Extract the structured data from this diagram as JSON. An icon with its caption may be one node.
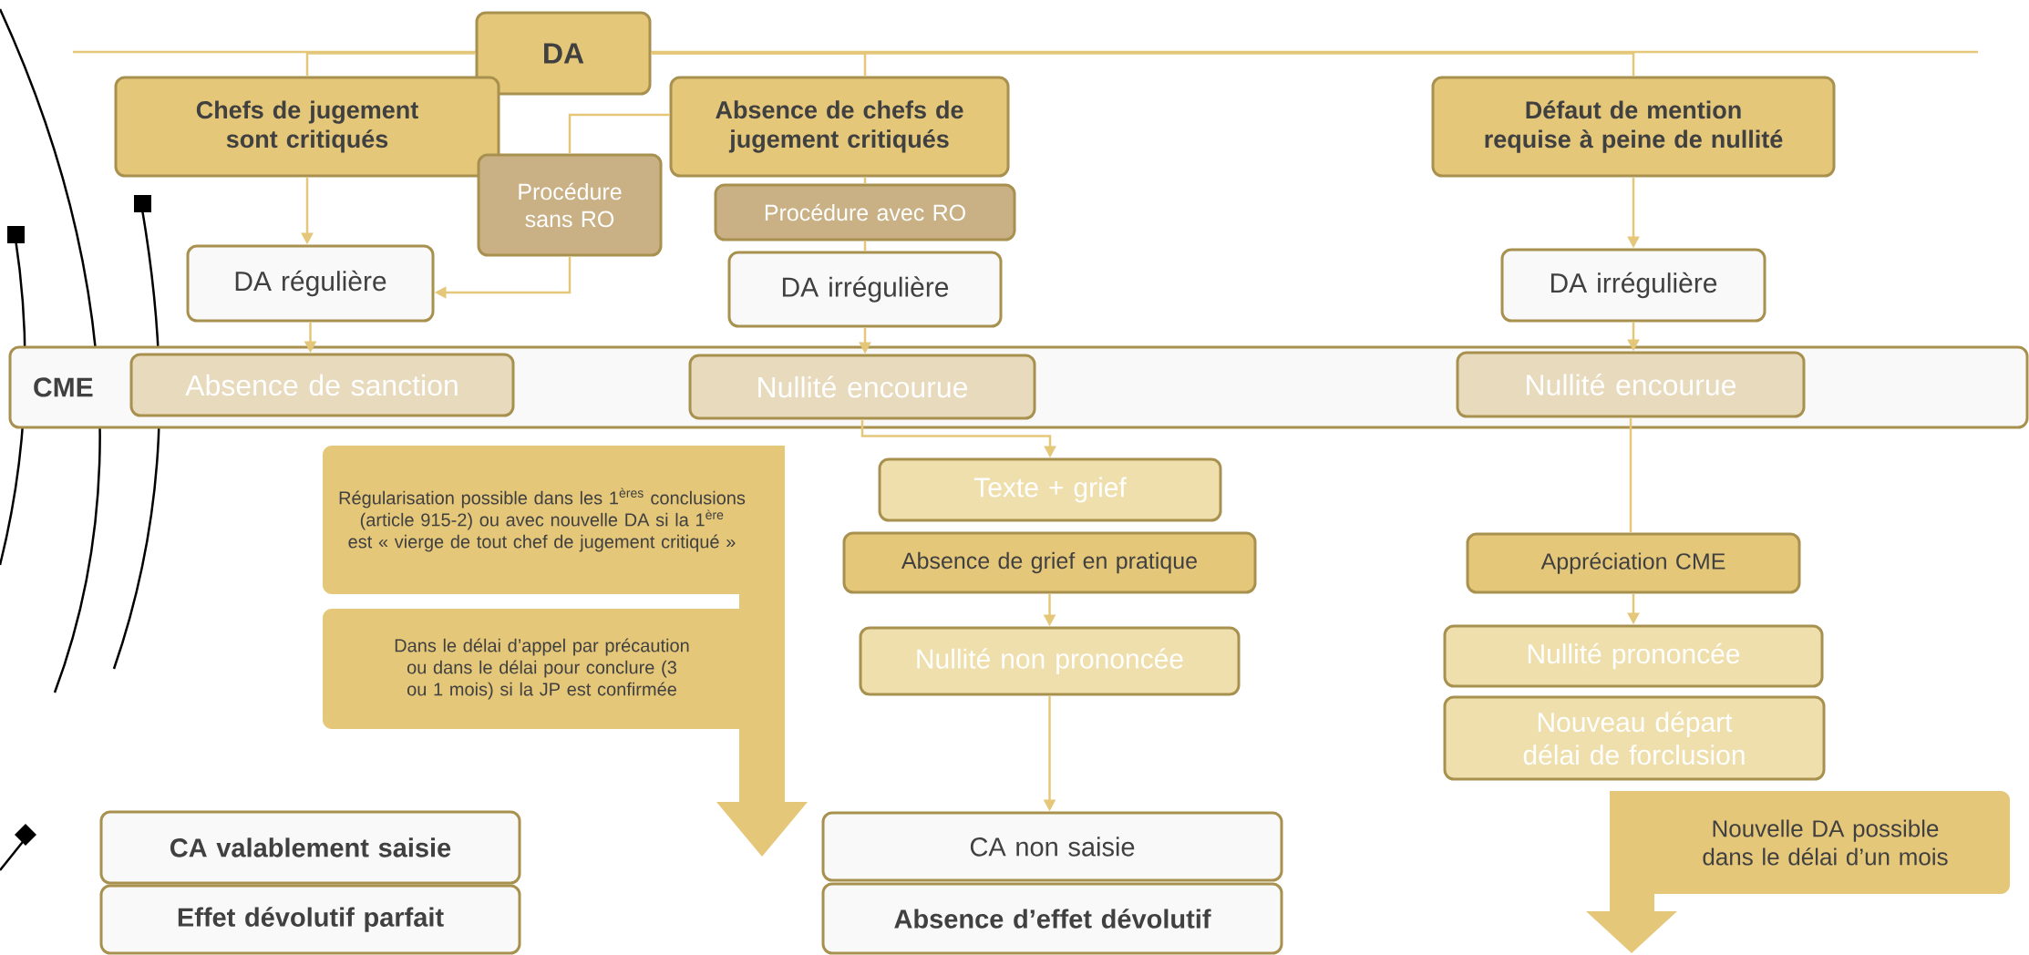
{
  "diagram": {
    "nodes": [
      {
        "text": [
          "DA"
        ]
      },
      {
        "text": [
          "Chefs de jugement sont critiqués"
        ]
      },
      {
        "text": [
          "Absence de chefs de jugement critiqués"
        ]
      },
      {
        "text": [
          "Défaut de mention requise à peine de nullité"
        ]
      },
      {
        "text": [
          "Procédure sans RO"
        ]
      },
      {
        "text": [
          "Procédure avec RO"
        ]
      },
      {
        "text": [
          "DA régulière"
        ]
      },
      {
        "text": [
          "DA irrégulière"
        ]
      },
      {
        "text": [
          "DA irrégulière"
        ]
      },
      {
        "text": [
          "CME"
        ]
      },
      {
        "text": [
          "Absence de sanction"
        ],
        "in": 9
      },
      {
        "text": [
          "Nullité encourue"
        ],
        "in": 9
      },
      {
        "text": [
          "Nullité encourue"
        ],
        "in": 9
      },
      {
        "text": [
          "Régularisation possible dans les 1$^{ères}$ conclusions (article 915-2) ou avec nouvelle DA si la 1$^{ère}$ est « vierge de tout chef de jugement critiqué »"
        ]
      },
      {
        "text": [
          "Texte + grief"
        ]
      },
      {
        "text": [
          "Absence de grief en pratique"
        ]
      },
      {
        "text": [
          "Appréciation CME"
        ]
      },
      {
        "text": [
          "Dans le délai d’appel par précaution ou dans le délai pour conclure (3 ou 1 mois) si la JP est confirmée"
        ]
      },
      {
        "text": [
          "Nullité non prononcée"
        ]
      },
      {
        "text": [
          "Nullité prononcée"
        ]
      },
      {
        "text": [
          "Nouveau départ délai de forclusion"
        ]
      },
      {
        "text": [
          "Nouvelle DA possible dans le délai d’un mois"
        ]
      },
      {
        "text": [
          "CA valablement saisie"
        ]
      },
      {
        "text": [
          "Effet dévolutif parfait"
        ]
      },
      {
        "text": [
          "CA non saisie"
        ]
      },
      {
        "text": [
          "Absence d’effet dévolutif"
        ]
      }
    ],
    "edges": [
      {
        "from": 0,
        "to": 1,
        "arrow": "none"
      },
      {
        "from": 0,
        "to": 2,
        "arrow": "none"
      },
      {
        "from": 0,
        "to": 3,
        "arrow": "none"
      },
      {
        "from": 1,
        "to": 6,
        "arrow": "to"
      },
      {
        "from": 2,
        "to": 4,
        "arrow": "none"
      },
      {
        "from": 4,
        "to": 6,
        "arrow": "to"
      },
      {
        "from": 2,
        "to": 5,
        "arrow": "none"
      },
      {
        "from": 5,
        "to": 7,
        "arrow": "none"
      },
      {
        "from": 6,
        "to": 10,
        "arrow": "to"
      },
      {
        "from": 7,
        "to": 11,
        "arrow": "to"
      },
      {
        "from": 8,
        "to": 12,
        "arrow": "to"
      },
      {
        "from": 11,
        "to": 14,
        "arrow": "to"
      },
      {
        "from": 15,
        "to": 18,
        "arrow": "to"
      },
      {
        "from": 18,
        "to": 24,
        "arrow": "to"
      },
      {
        "from": 3,
        "to": 8,
        "arrow": "to"
      },
      {
        "from": 12,
        "to": 16,
        "arrow": "none"
      },
      {
        "from": 16,
        "to": 19,
        "arrow": "to"
      }
    ]
  }
}
